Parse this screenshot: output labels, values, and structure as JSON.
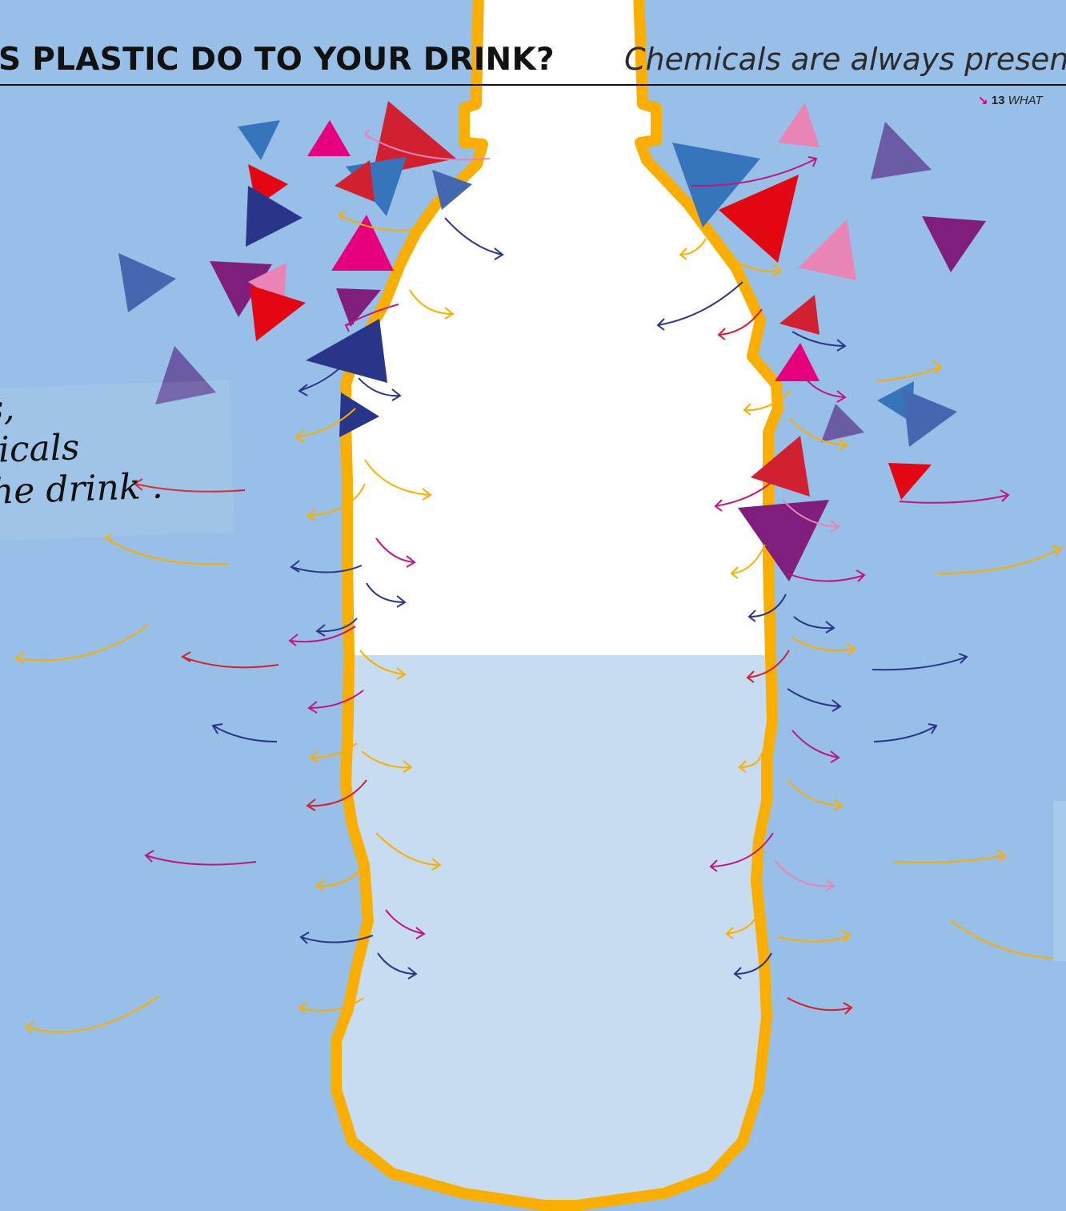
{
  "header": {
    "title": "S PLASTIC DO TO YOUR DRINK?",
    "subtitle": "Chemicals are always present",
    "page_ref": {
      "arrow": "↘",
      "number": "13",
      "section": "WHAT"
    }
  },
  "note": {
    "lines": [
      "is,",
      "nicals",
      "the drink ."
    ]
  },
  "colors": {
    "background": "#97bfe7",
    "bottle_outline": "#f9ae00",
    "bottle_fill": "#ffffff",
    "liquid": "#c8dcf1",
    "triangle_palette": [
      "#3675bb",
      "#e6007e",
      "#d1202f",
      "#293589",
      "#7f1e7d",
      "#e884b6",
      "#6b5ba4",
      "#e30613"
    ]
  }
}
